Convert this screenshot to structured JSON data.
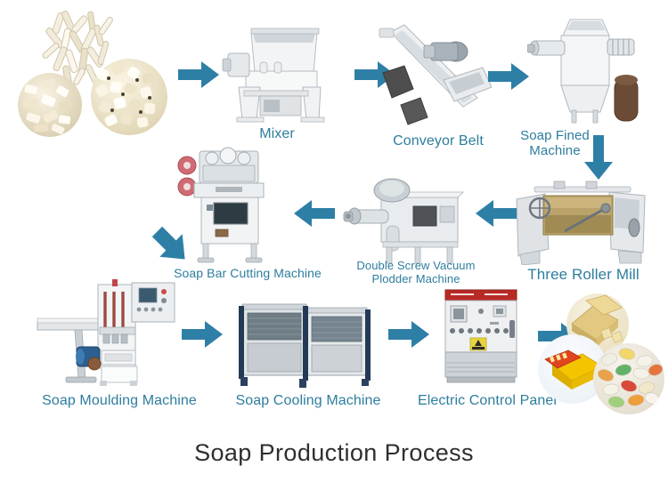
{
  "title": "Soap Production Process",
  "theme": {
    "background": "#ffffff",
    "label_color": "#2e7d9e",
    "arrow_color": "#2e7fa6",
    "title_color": "#2f2f2f"
  },
  "flow": {
    "description": "Soap production process flow diagram with machine photographs connected by arrows",
    "rows": [
      {
        "direction": "left-to-right",
        "steps": [
          {
            "id": "raw-material",
            "label": "",
            "has_label": false
          },
          {
            "id": "mixer",
            "label": "Mixer"
          },
          {
            "id": "conveyor-belt",
            "label": "Conveyor Belt"
          },
          {
            "id": "soap-fined-machine",
            "label": "Soap Fined\nMachine"
          }
        ]
      },
      {
        "direction": "right-to-left",
        "steps": [
          {
            "id": "three-roller-mill",
            "label": "Three Roller Mill"
          },
          {
            "id": "double-screw-vacuum-plodder-machine",
            "label": "Double Screw Vacuum\nPlodder Machine"
          },
          {
            "id": "soap-bar-cutting-machine",
            "label": "Soap Bar Cutting Machine"
          }
        ]
      },
      {
        "direction": "left-to-right",
        "steps": [
          {
            "id": "soap-moulding-machine",
            "label": "Soap Moulding Machine"
          },
          {
            "id": "soap-cooling-machine",
            "label": "Soap Cooling Machine"
          },
          {
            "id": "electric-control-panel",
            "label": "Electric Control Panel"
          },
          {
            "id": "finished-products",
            "label": "",
            "has_label": false
          }
        ]
      }
    ],
    "arrows": [
      {
        "id": "arrow-raw-to-mixer",
        "direction": "right"
      },
      {
        "id": "arrow-mixer-to-conveyor",
        "direction": "right"
      },
      {
        "id": "arrow-conveyor-to-fined",
        "direction": "right"
      },
      {
        "id": "arrow-fined-to-roller-mill",
        "direction": "down"
      },
      {
        "id": "arrow-roller-mill-to-plodder",
        "direction": "left"
      },
      {
        "id": "arrow-plodder-to-cutting",
        "direction": "left"
      },
      {
        "id": "arrow-cutting-to-moulding",
        "direction": "down-left"
      },
      {
        "id": "arrow-moulding-to-cooling",
        "direction": "right"
      },
      {
        "id": "arrow-cooling-to-control-panel",
        "direction": "right"
      },
      {
        "id": "arrow-control-panel-to-products",
        "direction": "right"
      }
    ]
  },
  "labels": {
    "mixer": "Mixer",
    "conveyor_belt": "Conveyor Belt",
    "soap_fined_machine": "Soap Fined\nMachine",
    "three_roller_mill": "Three Roller Mill",
    "double_screw": "Double Screw Vacuum\nPlodder Machine",
    "soap_bar_cutting": "Soap Bar Cutting Machine",
    "soap_moulding": "Soap Moulding Machine",
    "soap_cooling": "Soap Cooling Machine",
    "electric_control_panel": "Electric Control Panel"
  }
}
